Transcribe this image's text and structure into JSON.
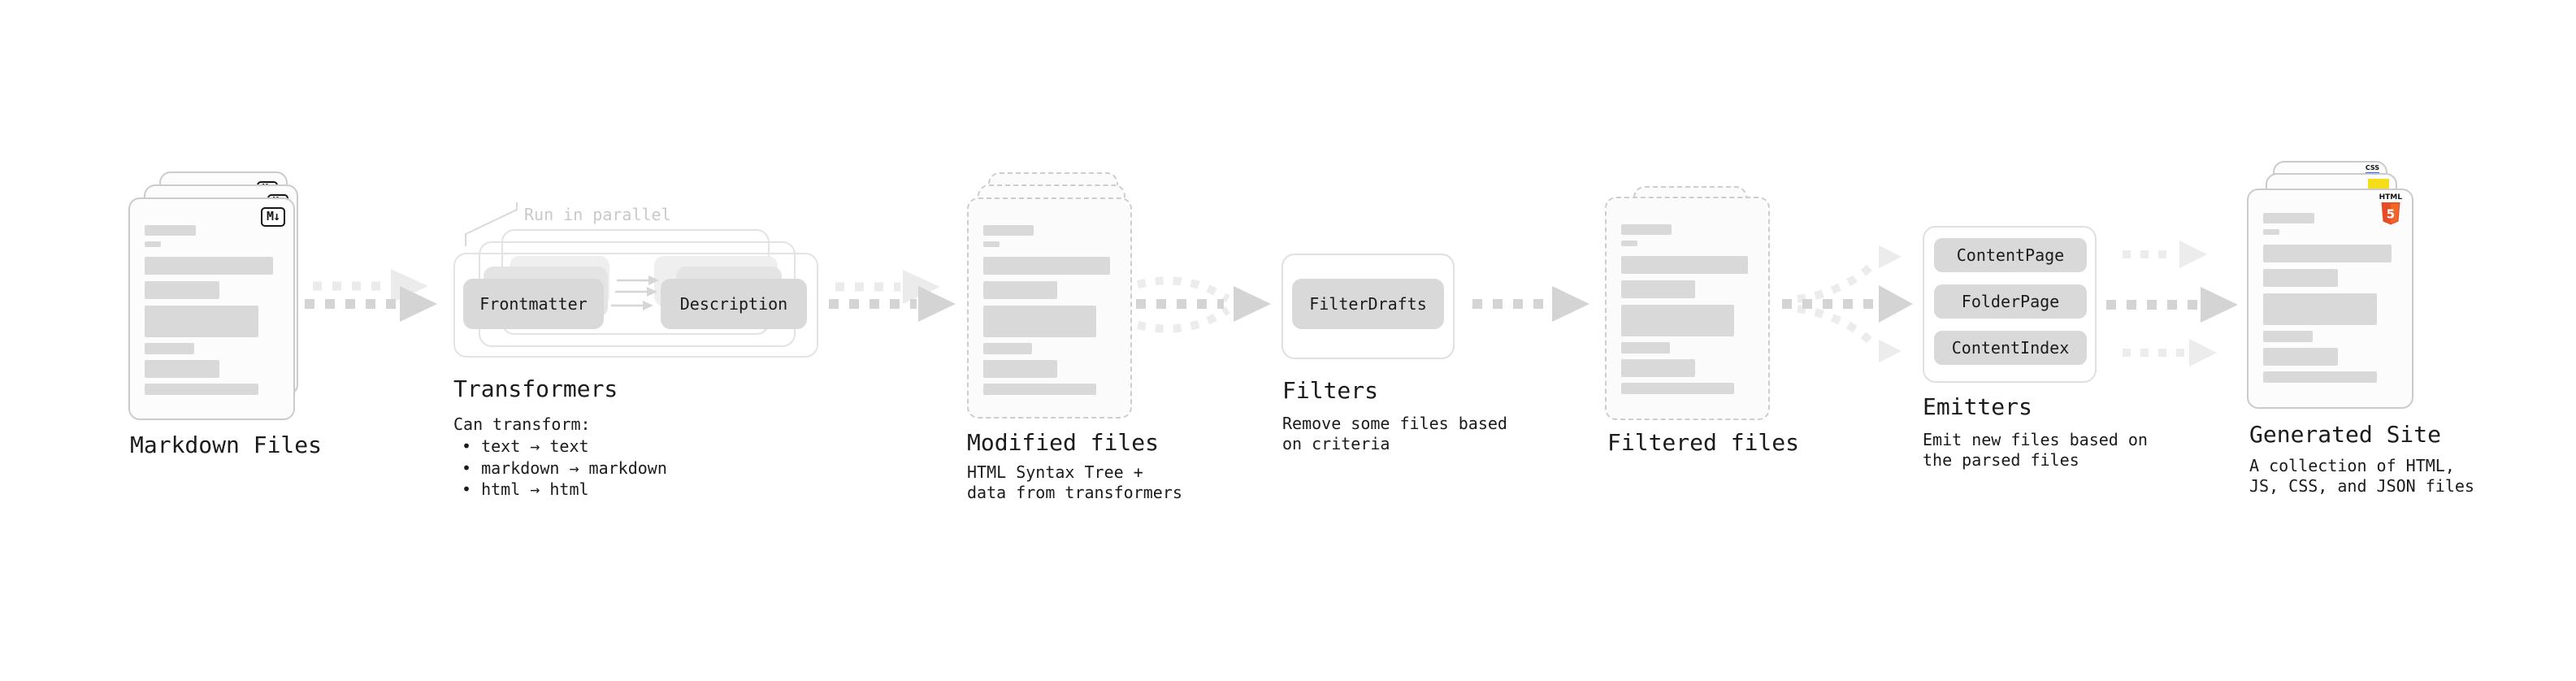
{
  "annotation": {
    "run_in_parallel": "Run in parallel"
  },
  "stages": [
    {
      "label": "Markdown Files"
    },
    {
      "label": "Transformers",
      "intro": "Can transform:",
      "bullets": [
        "• text → text",
        "• markdown → markdown",
        "• html → html"
      ],
      "boxes": [
        "Frontmatter",
        "Description"
      ]
    },
    {
      "label": "Modified files",
      "caption": [
        "HTML Syntax Tree +",
        "data from transformers"
      ]
    },
    {
      "label": "Filters",
      "caption": [
        "Remove some files based",
        "on criteria"
      ],
      "boxes": [
        "FilterDrafts"
      ]
    },
    {
      "label": "Filtered files"
    },
    {
      "label": "Emitters",
      "caption": [
        "Emit new files based on",
        "the parsed files"
      ],
      "boxes": [
        "ContentPage",
        "FolderPage",
        "ContentIndex"
      ]
    },
    {
      "label": "Generated Site",
      "caption": [
        "A collection of HTML,",
        "JS, CSS, and JSON files"
      ]
    }
  ],
  "icons": {
    "markdown_badge": "M↓",
    "html5_label": "HTML",
    "html5_shield": "5",
    "css_label": "CSS"
  },
  "colors": {
    "arrow_main": "#d4d4d4",
    "arrow_ghost": "#ebebeb",
    "doc_bar": "#d9d9d9",
    "box_fill": "#d9d9d9",
    "annotation_text": "#c9c9c9",
    "html5_orange": "#e44d26",
    "html5_orange_light": "#f16529",
    "js_yellow": "#f5de19",
    "css_blue": "#2965f1"
  }
}
